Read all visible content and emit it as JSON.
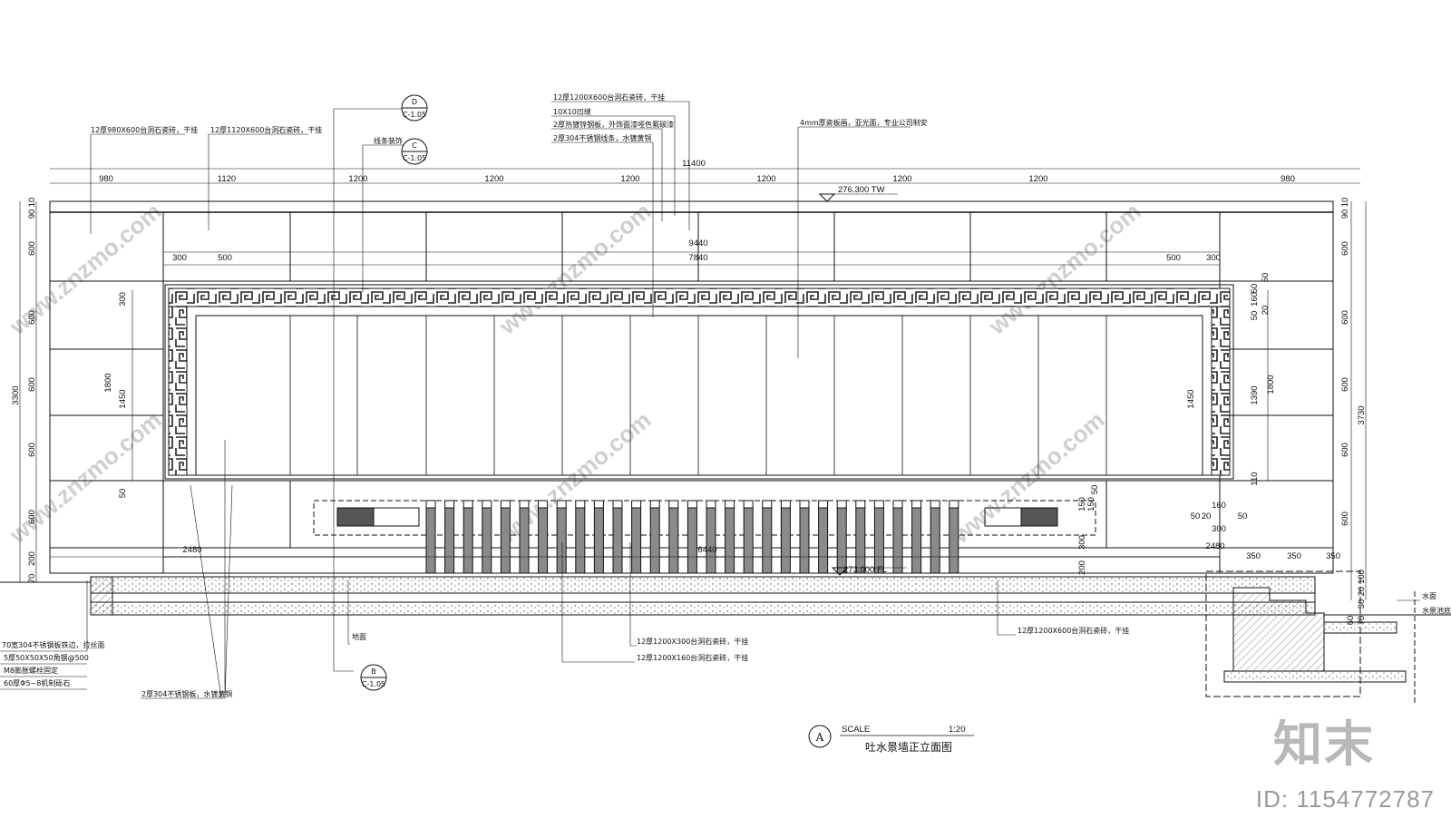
{
  "drawing": {
    "title_letter": "A",
    "scale_label": "SCALE",
    "scale_value": "1:20",
    "title": "吐水景墙正立面图"
  },
  "top_dims": {
    "overall": "11400",
    "segments": [
      "980",
      "1120",
      "1200",
      "1200",
      "1200",
      "1200",
      "1200",
      "1200",
      "980"
    ],
    "inner_overall": "9440",
    "inner_frame": "7840",
    "left_small": [
      "300",
      "500"
    ],
    "right_small": [
      "500",
      "300"
    ]
  },
  "left_dims": {
    "overall": "3300",
    "rows": [
      "10",
      "90",
      "600",
      "600",
      "600",
      "600",
      "600",
      "200",
      "70"
    ],
    "inner_300": "300",
    "inner_1800": "1800",
    "inner_1450": "1450",
    "inner_50": "50"
  },
  "right_dims": {
    "overall": "3730",
    "rows": [
      "10",
      "90",
      "600",
      "600",
      "600",
      "600",
      "600"
    ],
    "frame": [
      "50",
      "50",
      "160",
      "20",
      "50",
      "1390",
      "1800",
      "1450",
      "110"
    ],
    "lower": [
      "50",
      "20",
      "50",
      "160",
      "300",
      "2480"
    ],
    "base": [
      "350",
      "350",
      "350",
      "100",
      "20",
      "30",
      "70",
      "60"
    ]
  },
  "spout_dims": {
    "width": "6440",
    "left": "2480",
    "heights": [
      "150",
      "150",
      "50",
      "300",
      "200"
    ]
  },
  "levels": {
    "top": "276.300 TW",
    "finish": "273.000 FL"
  },
  "callouts": {
    "c1": "12厚980X600台洞石瓷砖，干挂",
    "c2": "12厚1120X600台洞石瓷砖，干挂",
    "c3": "线条装饰",
    "c4": "12厚1200X600台洞石瓷砖，干挂",
    "c5": "10X10凹缝",
    "c6": "2厚热镀锌钢板，外饰面漆哑色氟碳漆",
    "c7": "2厚304不锈钢线条，水镀黄铜",
    "c8": "4mm厚瓷板画，亚光面，专业公司制安",
    "c9": "12厚1200X300台洞石瓷砖，干挂",
    "c10": "12厚1200X160台洞石瓷砖，干挂",
    "c11": "12厚1200X600台洞石瓷砖，干挂",
    "c12": "地面",
    "c13": "2厚304不锈钢板，水镀黄铜",
    "c14": "70宽304不锈钢板铁边，拉丝面",
    "c15": "5厚50X50X50角钢@500",
    "c16": "M8膨胀螺栓固定",
    "c17": "60厚Φ5~8机制砾石",
    "r1": "水面",
    "r2": "水景池底"
  },
  "section_marks": {
    "m1": {
      "top": "D",
      "bottom": "C-1.05"
    },
    "m2": {
      "top": "C",
      "bottom": "C-1.05"
    },
    "m3": {
      "top": "B",
      "bottom": "C-1.05"
    }
  },
  "watermark": "www.znzmo.com",
  "brand": "知末",
  "id_label": "ID: 1154772787",
  "colors": {
    "line": "#111111",
    "fill_dark": "#555555",
    "watermark": "#cfcfcf"
  }
}
